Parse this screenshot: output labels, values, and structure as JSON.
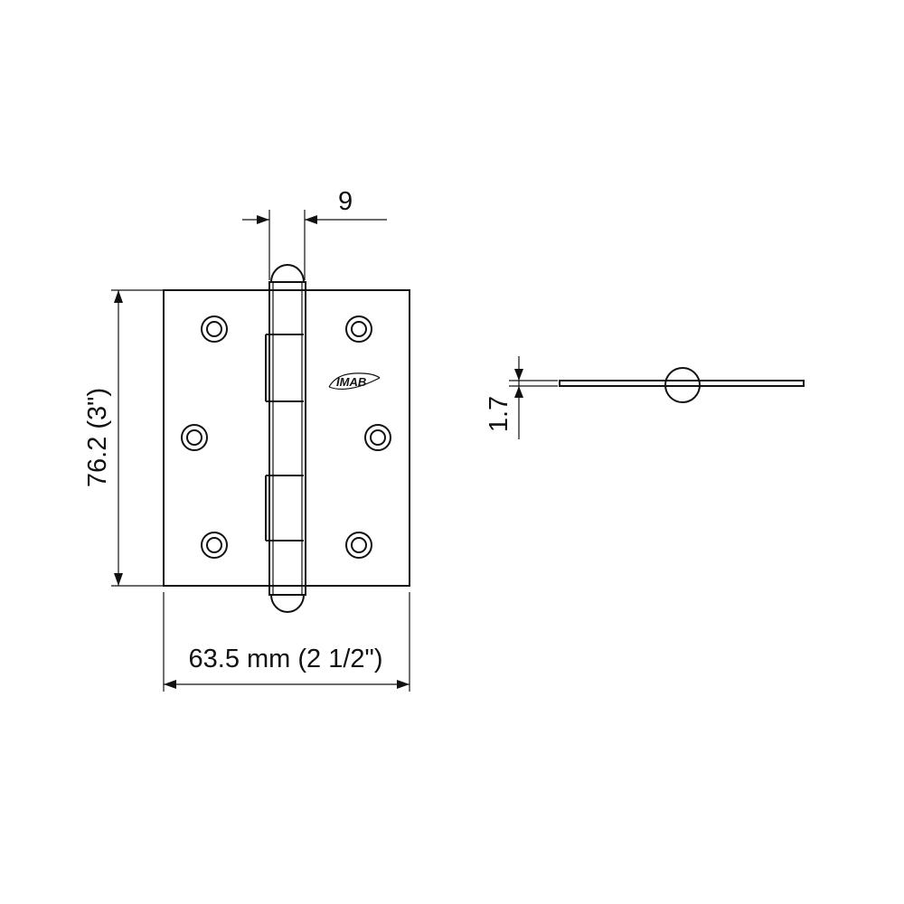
{
  "drawing": {
    "subject": "butt hinge with ball tips",
    "front_view": {
      "logo_text": "IMAB",
      "screw_hole_count": 6,
      "knuckle_count": 5
    },
    "dimensions": {
      "knuckle_diameter": "9",
      "height": "76.2 (3\")",
      "width": "63.5 mm (2 1/2\")",
      "leaf_thickness": "1.7"
    }
  }
}
